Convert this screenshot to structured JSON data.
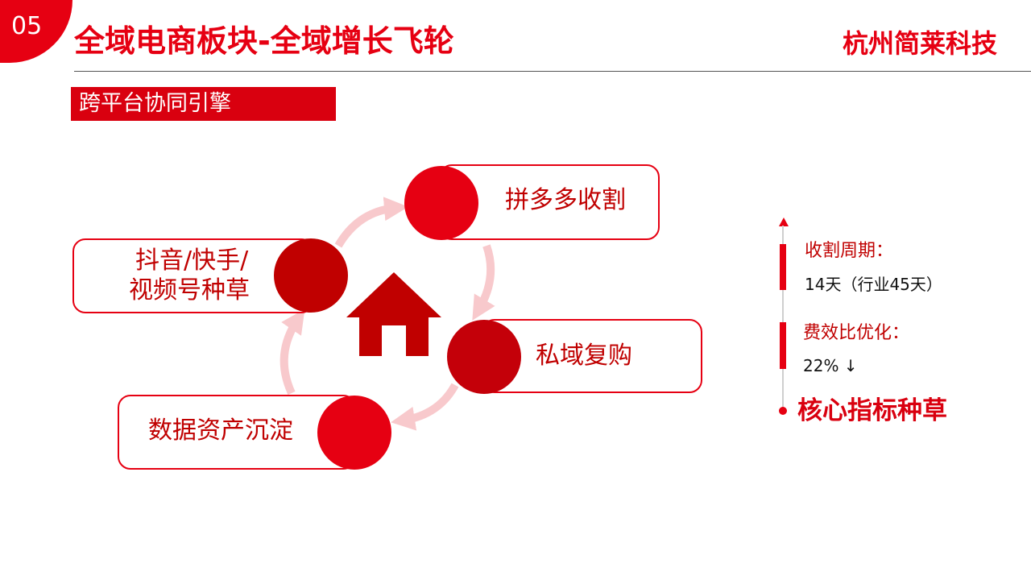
{
  "header": {
    "section_number": "05",
    "title": "全域电商板块-全域增长飞轮",
    "company": "杭州简莱科技"
  },
  "subtitle_tag": "跨平台协同引擎",
  "flywheel": {
    "nodes": [
      {
        "label_line1": "拼多多收割",
        "label_line2": ""
      },
      {
        "label_line1": "私域复购",
        "label_line2": ""
      },
      {
        "label_line1": "数据资产沉淀",
        "label_line2": ""
      },
      {
        "label_line1": "抖音/快手/",
        "label_line2": "视频号种草"
      }
    ],
    "center_icon": "house-icon"
  },
  "metrics": {
    "items": [
      {
        "label": "收割周期：",
        "value": "14天（行业45天）"
      },
      {
        "label": "费效比优化：",
        "value": "22% ↓"
      }
    ],
    "core_label": "核心指标种草"
  },
  "colors": {
    "accent_red": "#e60012",
    "dark_red": "#c00000",
    "light_arrow": "#f8c9cc"
  }
}
